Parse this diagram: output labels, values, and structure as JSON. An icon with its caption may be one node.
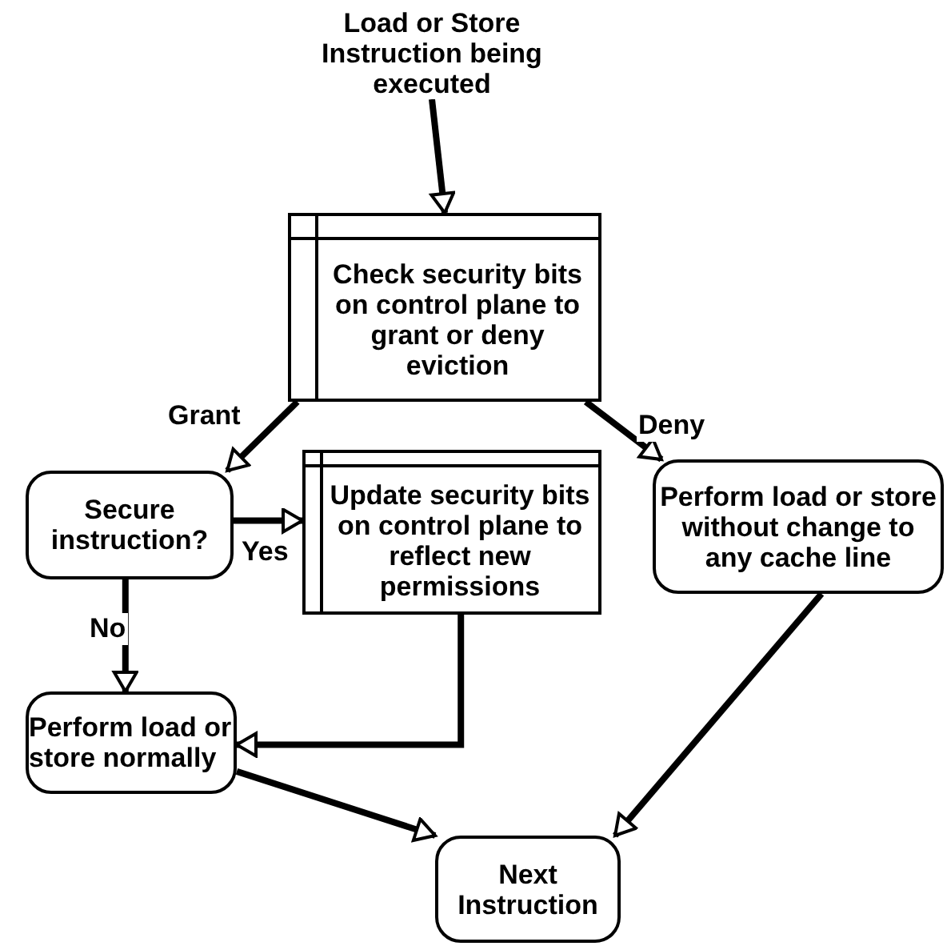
{
  "diagram": {
    "nodes": [
      {
        "text": [
          "Load or Store Instruction being executed"
        ]
      },
      {
        "text": [
          "Check security bits on control plane to grant or deny eviction"
        ]
      },
      {
        "text": [
          "Secure instruction?"
        ]
      },
      {
        "text": [
          "Update security bits on control plane to reflect new permissions"
        ]
      },
      {
        "text": [
          "Perform load or store normally"
        ]
      },
      {
        "text": [
          "Perform load or store without change to any cache line"
        ]
      },
      {
        "text": [
          "Next Instruction"
        ]
      }
    ],
    "edges": [
      {
        "from": 0,
        "to": 1,
        "arrow": "to"
      },
      {
        "from": 1,
        "to": 2,
        "arrow": "to",
        "label": "Grant"
      },
      {
        "from": 1,
        "to": 5,
        "arrow": "to",
        "label": "Deny"
      },
      {
        "from": 2,
        "to": 3,
        "arrow": "to",
        "label": "Yes"
      },
      {
        "from": 2,
        "to": 4,
        "arrow": "to",
        "label": "No"
      },
      {
        "from": 3,
        "to": 4,
        "arrow": "to"
      },
      {
        "from": 4,
        "to": 6,
        "arrow": "to"
      },
      {
        "from": 5,
        "to": 6,
        "arrow": "to"
      }
    ]
  }
}
